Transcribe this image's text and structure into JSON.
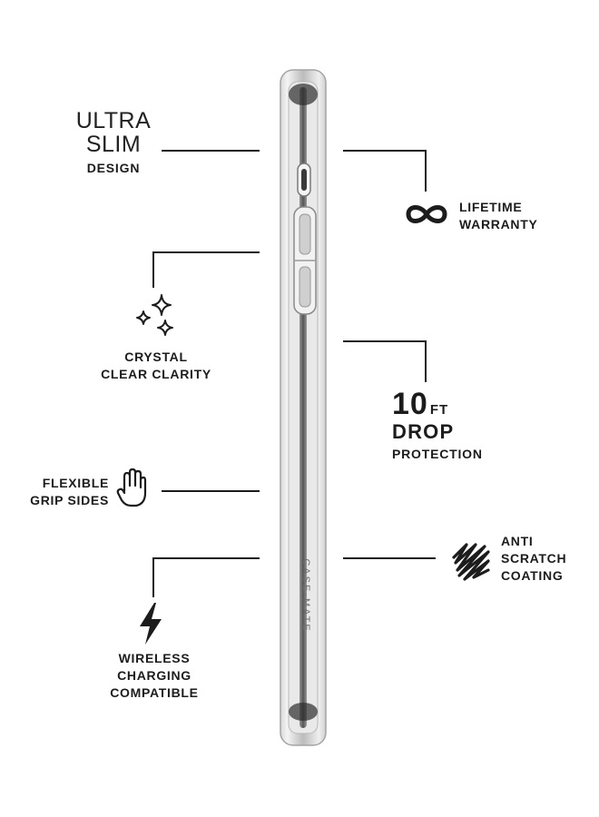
{
  "ultra_slim": {
    "line1": "ULTRA",
    "line2": "SLIM",
    "line3": "DESIGN"
  },
  "lifetime_warranty": {
    "line1": "LIFETIME",
    "line2": "WARRANTY",
    "icon": "infinity-icon"
  },
  "crystal_clear": {
    "line1": "CRYSTAL",
    "line2": "CLEAR CLARITY",
    "icon": "sparkle-icon"
  },
  "drop_protection": {
    "number": "10",
    "unit": "FT",
    "word": "DROP",
    "line": "PROTECTION"
  },
  "flexible_grip": {
    "line1": "FLEXIBLE",
    "line2": "GRIP SIDES",
    "icon": "hand-icon"
  },
  "anti_scratch": {
    "line1": "ANTI",
    "line2": "SCRATCH",
    "line3": "COATING",
    "icon": "scratch-icon"
  },
  "wireless_charging": {
    "line1": "WIRELESS",
    "line2": "CHARGING",
    "line3": "COMPATIBLE",
    "icon": "lightning-bolt-icon"
  },
  "phone_case": {
    "brand_text": "CASE-MATE"
  },
  "colors": {
    "ink": "#1c1c1c",
    "background": "#ffffff",
    "case_edge": "#9a9a9a"
  }
}
